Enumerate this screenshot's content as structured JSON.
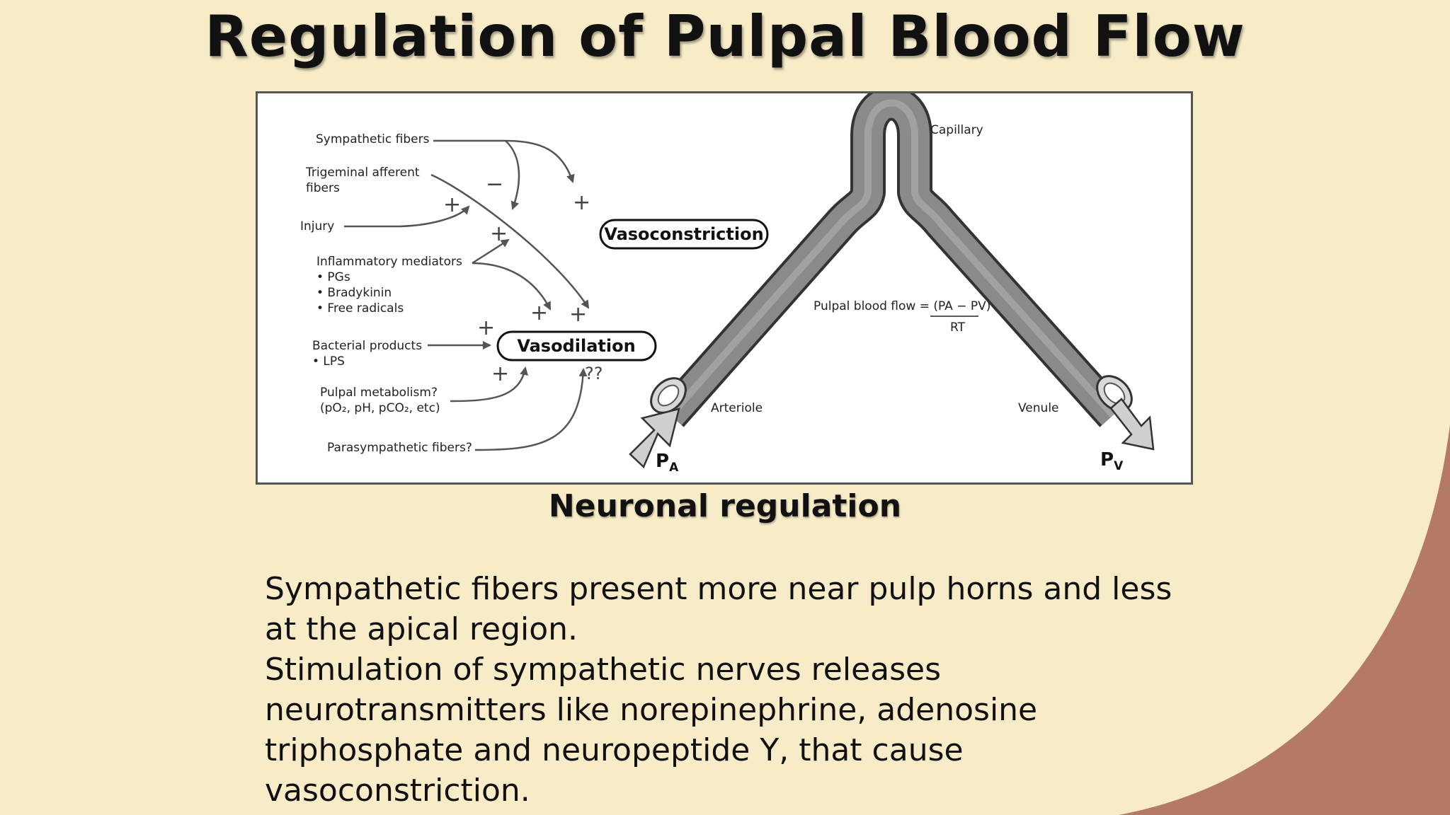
{
  "slide": {
    "title": "Regulation of Pulpal Blood Flow",
    "caption": "Neuronal regulation",
    "paragraphs": [
      "Sympathetic fibers present more near pulp horns and less at the apical region.",
      "Stimulation of sympathetic nerves releases neurotransmitters like norepinephrine, adenosine triphosphate and neuropeptide Y, that cause vasoconstriction."
    ],
    "colors": {
      "background": "#f8ecc8",
      "accent_curve": "#b47a65"
    }
  },
  "diagram": {
    "sympathetic": "Sympathetic fibers",
    "trigeminal_1": "Trigeminal afferent",
    "trigeminal_2": "fibers",
    "injury": "Injury",
    "inflammatory": "Inflammatory mediators",
    "pgs": "• PGs",
    "bradykinin": "• Bradykinin",
    "free_radicals": "• Free radicals",
    "bacterial": "Bacterial products",
    "lps": "• LPS",
    "metabolism_1": "Pulpal metabolism?",
    "metabolism_2": "(pO₂, pH, pCO₂, etc)",
    "parasympathetic": "Parasympathetic fibers?",
    "vasoconstriction": "Vasoconstriction",
    "vasodilation": "Vasodilation",
    "plus": "+",
    "minus": "−",
    "unknown": "??",
    "capillary": "Capillary",
    "arteriole": "Arteriole",
    "venule": "Venule",
    "flow_formula_top": "Pulpal blood flow = (PA − PV)",
    "flow_formula_bottom": "RT",
    "pa_main": "P",
    "pa_sub": "A",
    "pv_main": "P",
    "pv_sub": "V"
  }
}
